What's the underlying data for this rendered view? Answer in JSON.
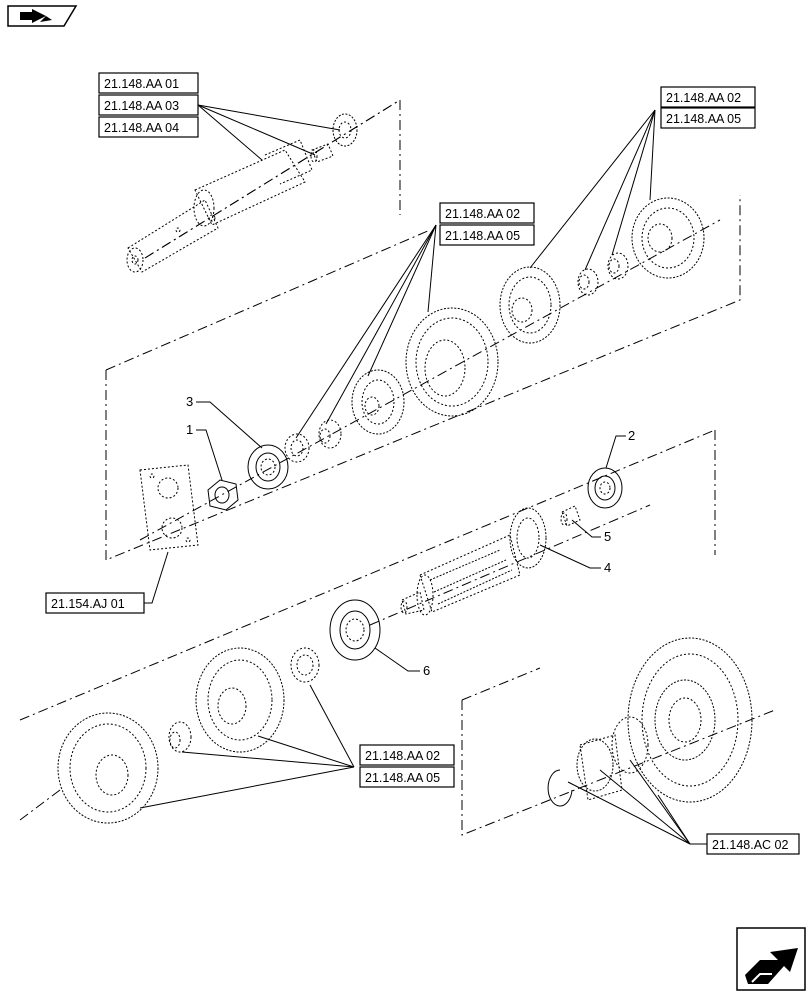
{
  "references": {
    "shaft_top": [
      "21.148.AA 01",
      "21.148.AA 03",
      "21.148.AA 04"
    ],
    "gears_right": [
      "21.148.AA 02",
      "21.148.AA 05"
    ],
    "gears_center": [
      "21.148.AA 02",
      "21.148.AA 05"
    ],
    "cover_plate": "21.154.AJ 01",
    "gears_lower": [
      "21.148.AA 02",
      "21.148.AA 05"
    ],
    "gear_assembly": "21.148.AC 02"
  },
  "part_numbers": {
    "nut": "1",
    "bearing_right": "2",
    "bearing_left": "3",
    "main_shaft": "4",
    "pin": "5",
    "bearing_large": "6"
  },
  "icons": {
    "top_left": "page-back-icon",
    "bottom_right": "page-forward-icon"
  }
}
